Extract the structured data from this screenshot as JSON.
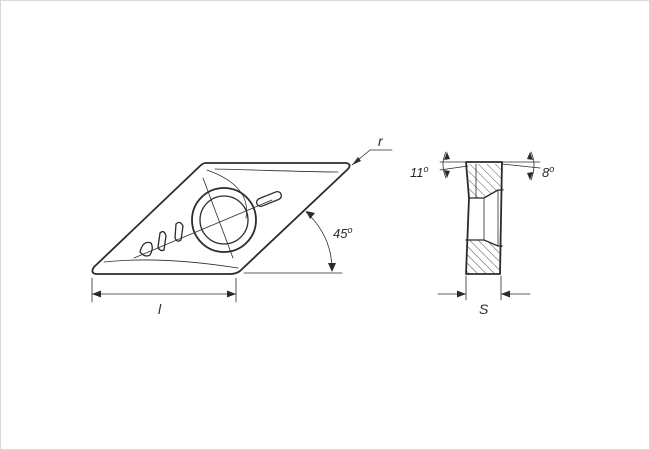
{
  "labels": {
    "radius": "r",
    "angle_top": "45",
    "length": "l",
    "clearance_left": "11",
    "clearance_right": "8",
    "thickness": "S",
    "degree_mark": "o"
  }
}
